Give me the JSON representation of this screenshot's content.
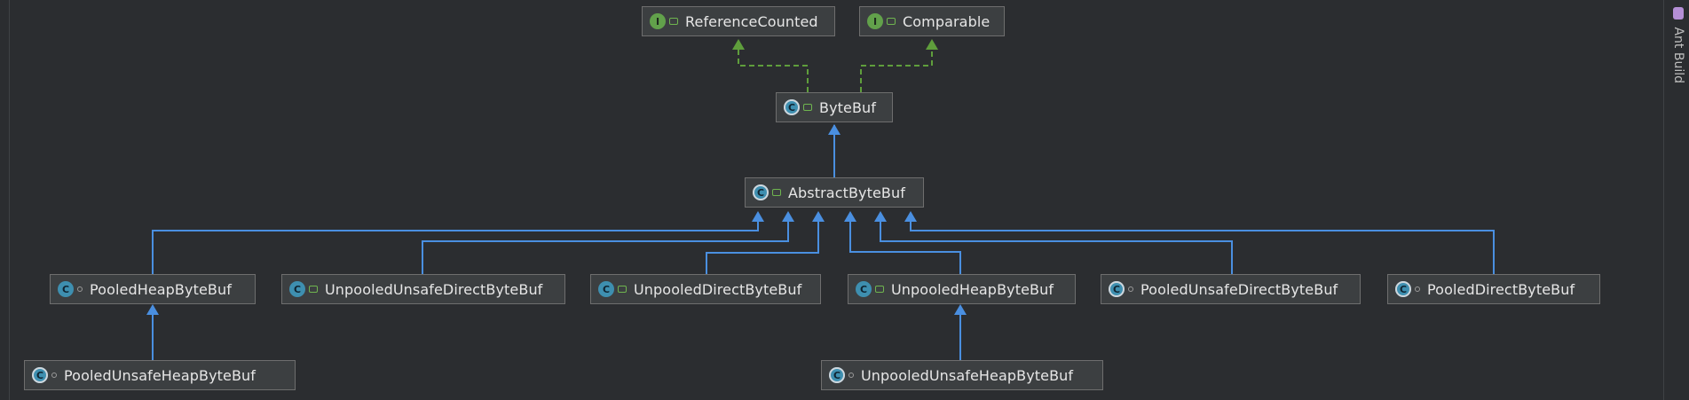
{
  "diagram": {
    "nodes": [
      {
        "id": "reference-counted",
        "label": "ReferenceCounted",
        "kind": "interface",
        "visibility": "public"
      },
      {
        "id": "comparable",
        "label": "Comparable",
        "kind": "interface",
        "visibility": "public"
      },
      {
        "id": "bytebuf",
        "label": "ByteBuf",
        "kind": "class",
        "visibility": "public"
      },
      {
        "id": "abstract-bytebuf",
        "label": "AbstractByteBuf",
        "kind": "class",
        "visibility": "public"
      },
      {
        "id": "pooled-heap-bytebuf",
        "label": "PooledHeapByteBuf",
        "kind": "class",
        "visibility": "package"
      },
      {
        "id": "unpooled-unsafe-direct-bytebuf",
        "label": "UnpooledUnsafeDirectByteBuf",
        "kind": "class",
        "visibility": "public"
      },
      {
        "id": "unpooled-direct-bytebuf",
        "label": "UnpooledDirectByteBuf",
        "kind": "class",
        "visibility": "public"
      },
      {
        "id": "unpooled-heap-bytebuf",
        "label": "UnpooledHeapByteBuf",
        "kind": "class",
        "visibility": "public"
      },
      {
        "id": "pooled-unsafe-direct-bytebuf",
        "label": "PooledUnsafeDirectByteBuf",
        "kind": "class-final",
        "visibility": "package"
      },
      {
        "id": "pooled-direct-bytebuf",
        "label": "PooledDirectByteBuf",
        "kind": "class-final",
        "visibility": "package"
      },
      {
        "id": "pooled-unsafe-heap-bytebuf",
        "label": "PooledUnsafeHeapByteBuf",
        "kind": "class-final",
        "visibility": "package"
      },
      {
        "id": "unpooled-unsafe-heap-bytebuf",
        "label": "UnpooledUnsafeHeapByteBuf",
        "kind": "class-final",
        "visibility": "package"
      }
    ],
    "edges": [
      {
        "from": "bytebuf",
        "to": "reference-counted",
        "type": "implements"
      },
      {
        "from": "bytebuf",
        "to": "comparable",
        "type": "implements"
      },
      {
        "from": "abstract-bytebuf",
        "to": "bytebuf",
        "type": "extends"
      },
      {
        "from": "pooled-heap-bytebuf",
        "to": "abstract-bytebuf",
        "type": "extends"
      },
      {
        "from": "unpooled-unsafe-direct-bytebuf",
        "to": "abstract-bytebuf",
        "type": "extends"
      },
      {
        "from": "unpooled-direct-bytebuf",
        "to": "abstract-bytebuf",
        "type": "extends"
      },
      {
        "from": "unpooled-heap-bytebuf",
        "to": "abstract-bytebuf",
        "type": "extends"
      },
      {
        "from": "pooled-unsafe-direct-bytebuf",
        "to": "abstract-bytebuf",
        "type": "extends"
      },
      {
        "from": "pooled-direct-bytebuf",
        "to": "abstract-bytebuf",
        "type": "extends"
      },
      {
        "from": "pooled-unsafe-heap-bytebuf",
        "to": "pooled-heap-bytebuf",
        "type": "extends"
      },
      {
        "from": "unpooled-unsafe-heap-bytebuf",
        "to": "unpooled-heap-bytebuf",
        "type": "extends"
      }
    ]
  },
  "sidebar": {
    "tool_label": "Ant Build",
    "tool_icon": "ant-icon"
  },
  "colors": {
    "background": "#2b2d30",
    "implements_edge": "#5f9e3c",
    "extends_edge": "#4a8fe0",
    "interface_badge": "#62a14b",
    "class_badge": "#3e8fb0"
  }
}
